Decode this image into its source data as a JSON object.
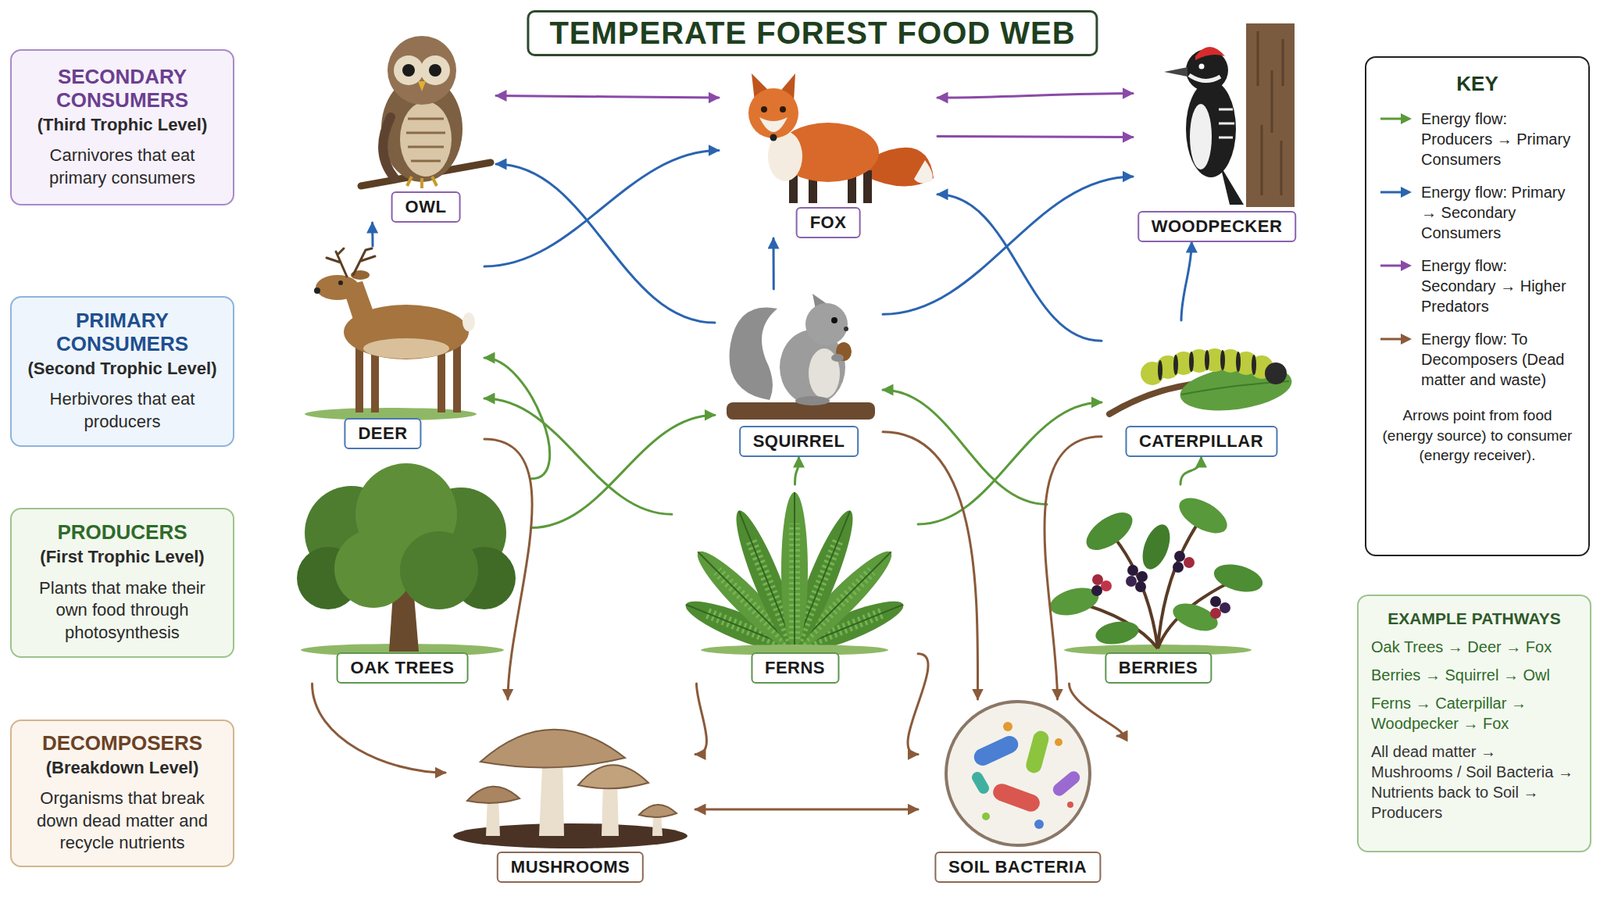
{
  "diagram": {
    "title": "TEMPERATE FOREST FOOD WEB",
    "nodes": [
      {
        "text": [
          "SECONDARY CONSUMERS",
          "(Third Trophic Level)",
          "Carnivores that eat primary consumers"
        ]
      },
      {
        "text": [
          "PRIMARY CONSUMERS",
          "(Second Trophic Level)",
          "Herbivores that eat producers"
        ]
      },
      {
        "text": [
          "PRODUCERS",
          "(First Trophic Level)",
          "Plants that make their own food through photosynthesis"
        ]
      },
      {
        "text": [
          "DECOMPOSERS",
          "(Breakdown Level)",
          "Organisms that break down dead matter and recycle nutrients"
        ]
      },
      {
        "text": [
          "OWL"
        ]
      },
      {
        "text": [
          "FOX"
        ]
      },
      {
        "text": [
          "WOODPECKER"
        ]
      },
      {
        "text": [
          "DEER"
        ]
      },
      {
        "text": [
          "SQUIRREL"
        ]
      },
      {
        "text": [
          "CATERPILLAR"
        ]
      },
      {
        "text": [
          "OAK TREES"
        ]
      },
      {
        "text": [
          "FERNS"
        ]
      },
      {
        "text": [
          "BERRIES"
        ]
      },
      {
        "text": [
          "MUSHROOMS"
        ]
      },
      {
        "text": [
          "SOIL BACTERIA"
        ]
      },
      {
        "text": [
          "KEY",
          "Arrows point from food (energy source) to consumer (energy receiver)."
        ]
      },
      {
        "text": [
          "EXAMPLE PATHWAYS",
          "Oak Trees → Deer → Fox",
          "Berries → Squirrel → Owl",
          "Ferns → Caterpillar → Woodpecker → Fox",
          "All dead matter → Mushrooms / Soil Bacteria → Nutrients back to Soil → Producers"
        ]
      }
    ],
    "edges": [
      {
        "from": 10,
        "to": 7,
        "arrow": "to"
      },
      {
        "from": 11,
        "to": 7,
        "arrow": "to"
      },
      {
        "from": 10,
        "to": 8,
        "arrow": "to"
      },
      {
        "from": 11,
        "to": 8,
        "arrow": "to"
      },
      {
        "from": 12,
        "to": 8,
        "arrow": "to"
      },
      {
        "from": 11,
        "to": 9,
        "arrow": "to"
      },
      {
        "from": 12,
        "to": 9,
        "arrow": "to"
      },
      {
        "from": 7,
        "to": 4,
        "arrow": "to"
      },
      {
        "from": 7,
        "to": 5,
        "arrow": "to"
      },
      {
        "from": 8,
        "to": 4,
        "arrow": "to"
      },
      {
        "from": 8,
        "to": 5,
        "arrow": "to"
      },
      {
        "from": 8,
        "to": 6,
        "arrow": "to"
      },
      {
        "from": 9,
        "to": 5,
        "arrow": "to"
      },
      {
        "from": 9,
        "to": 6,
        "arrow": "to"
      },
      {
        "from": 4,
        "to": 5,
        "arrow": "both"
      },
      {
        "from": 5,
        "to": 6,
        "arrow": "both"
      },
      {
        "from": 5,
        "to": 6,
        "arrow": "to"
      },
      {
        "from": 10,
        "to": 13,
        "arrow": "to"
      },
      {
        "from": 7,
        "to": 13,
        "arrow": "to"
      },
      {
        "from": 11,
        "to": 13,
        "arrow": "to"
      },
      {
        "from": 11,
        "to": 14,
        "arrow": "to"
      },
      {
        "from": 8,
        "to": 14,
        "arrow": "to"
      },
      {
        "from": 9,
        "to": 14,
        "arrow": "to"
      },
      {
        "from": 12,
        "to": 14,
        "arrow": "to"
      },
      {
        "from": 13,
        "to": 14,
        "arrow": "both"
      }
    ],
    "legend": [
      {
        "text": "Energy flow: Producers → Primary Consumers"
      },
      {
        "text": "Energy flow: Primary → Secondary Consumers"
      },
      {
        "text": "Energy flow: Secondary → Higher Predators"
      },
      {
        "text": "Energy flow: To Decomposers (Dead matter and waste)"
      }
    ]
  }
}
